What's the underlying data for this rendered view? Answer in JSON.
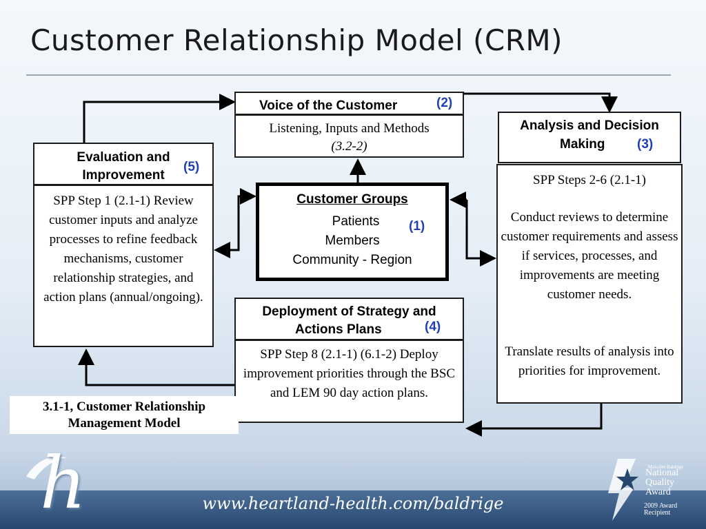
{
  "slide": {
    "title": "Customer Relationship Model (CRM)"
  },
  "voice": {
    "heading": "Voice of the Customer",
    "number": "(2)",
    "line1": "Listening, Inputs and Methods",
    "line2": "(3.2-2)"
  },
  "analysis": {
    "heading_line1": "Analysis and Decision",
    "heading_line2": "Making",
    "number": "(3)",
    "steps": "SPP Steps 2-6 (2.1-1)",
    "paragraph1": "Conduct reviews to determine customer requirements and assess if services, processes, and improvements are meeting customer needs.",
    "paragraph2": "Translate results of analysis into priorities for improvement."
  },
  "evaluation": {
    "heading_line1": "Evaluation and",
    "heading_line2": "Improvement",
    "number": "(5)",
    "body": "SPP Step 1 (2.1-1) Review customer inputs and analyze processes to refine feedback mechanisms, customer relationship strategies, and action plans (annual/ongoing)."
  },
  "customer_groups": {
    "heading": "Customer Groups",
    "items": [
      "Patients",
      "Members",
      "Community - Region"
    ],
    "number": "(1)"
  },
  "deployment": {
    "heading_line1": "Deployment of Strategy and",
    "heading_line2": "Actions Plans",
    "number": "(4)",
    "body": "SPP Step 8 (2.1-1) (6.1-2) Deploy improvement priorities through the BSC and LEM 90 day action plans."
  },
  "caption": {
    "line1": "3.1-1, Customer Relationship",
    "line2": "Management Model"
  },
  "footer": {
    "url": "www.heartland-health.com/baldrige",
    "logo_letter": "h"
  },
  "award": {
    "small": "Malcolm Baldrige",
    "line1": "National",
    "line2": "Quality",
    "line3": "Award",
    "year": "2009 Award",
    "recipient": "Recipient"
  },
  "colors": {
    "number_blue": "#1f3fb3",
    "footer_band": "#27476f",
    "title": "#1a1a1a"
  }
}
